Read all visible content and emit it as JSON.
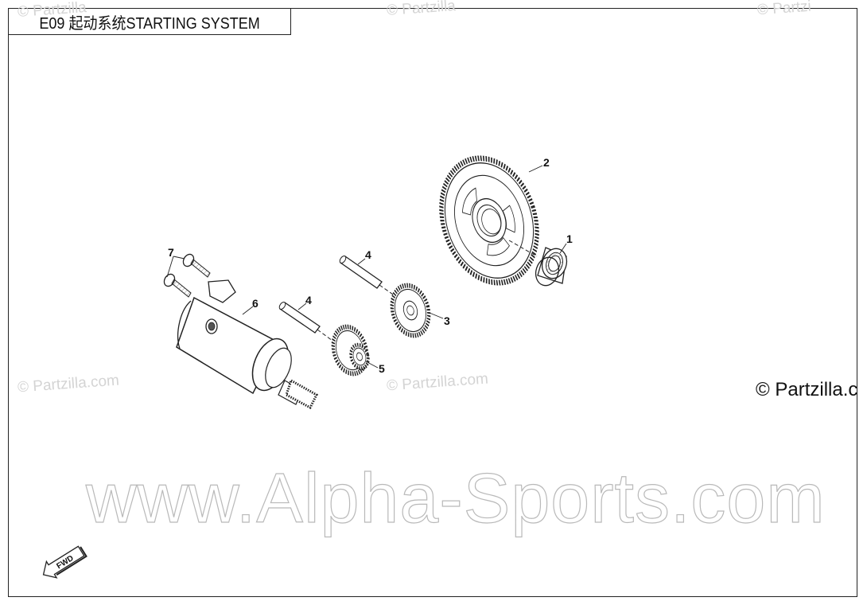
{
  "title": "E09 起动系统STARTING SYSTEM",
  "watermarks": {
    "partzilla_left": "© Partzilla.com",
    "partzilla_center": "© Partzilla.com",
    "partzilla_right": "© Partzilla.c",
    "top_center": "© Partzilla",
    "top_right": "© Partzi",
    "top_left": "© Partzilla",
    "alpha_sports": "www.Alpha-Sports.com"
  },
  "fwd_label": "FWD",
  "callouts": {
    "c1": "1",
    "c2": "2",
    "c3": "3",
    "c4a": "4",
    "c4b": "4",
    "c5": "5",
    "c6": "6",
    "c7": "7"
  },
  "colors": {
    "line": "#222222",
    "watermark": "#c8c8c8"
  }
}
